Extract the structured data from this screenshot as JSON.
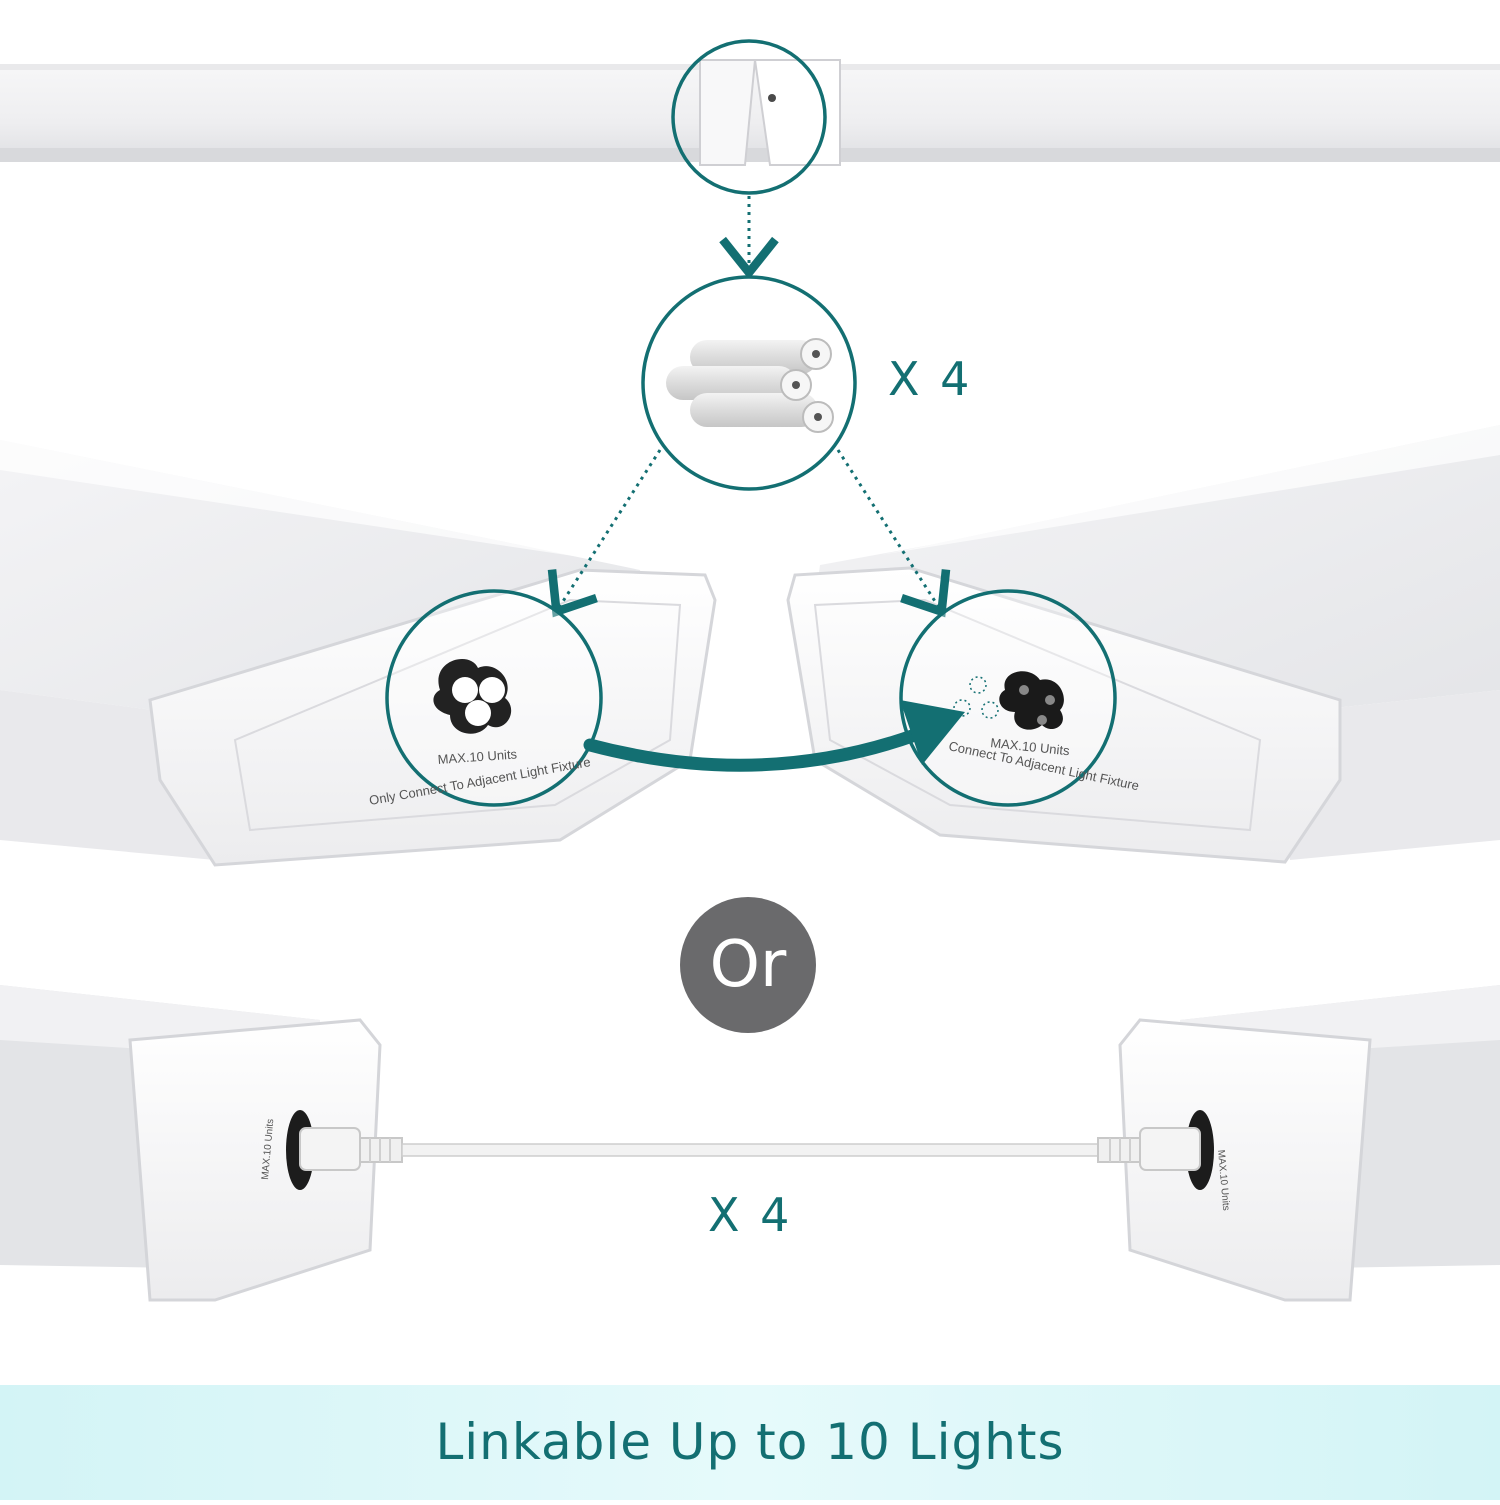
{
  "connector_count_label": "X 4",
  "cable_count_label": "X 4",
  "or_label": "Or",
  "banner_text": "Linkable Up to 10 Lights",
  "plate_left": {
    "line1": "MAX.10 Units",
    "line2": "Only Connect To Adjacent Light Fixture"
  },
  "plate_right": {
    "line1": "MAX.10 Units",
    "line2": "Connect To Adjacent Light Fixture"
  },
  "colors": {
    "accent_teal": "#136f72",
    "or_badge": "#6a6a6c",
    "banner_bg": "#dff7f8"
  },
  "icons": [
    "magnifier-circle",
    "triple-tube-connector",
    "dotted-arrow",
    "curved-arrow",
    "power-cable"
  ]
}
